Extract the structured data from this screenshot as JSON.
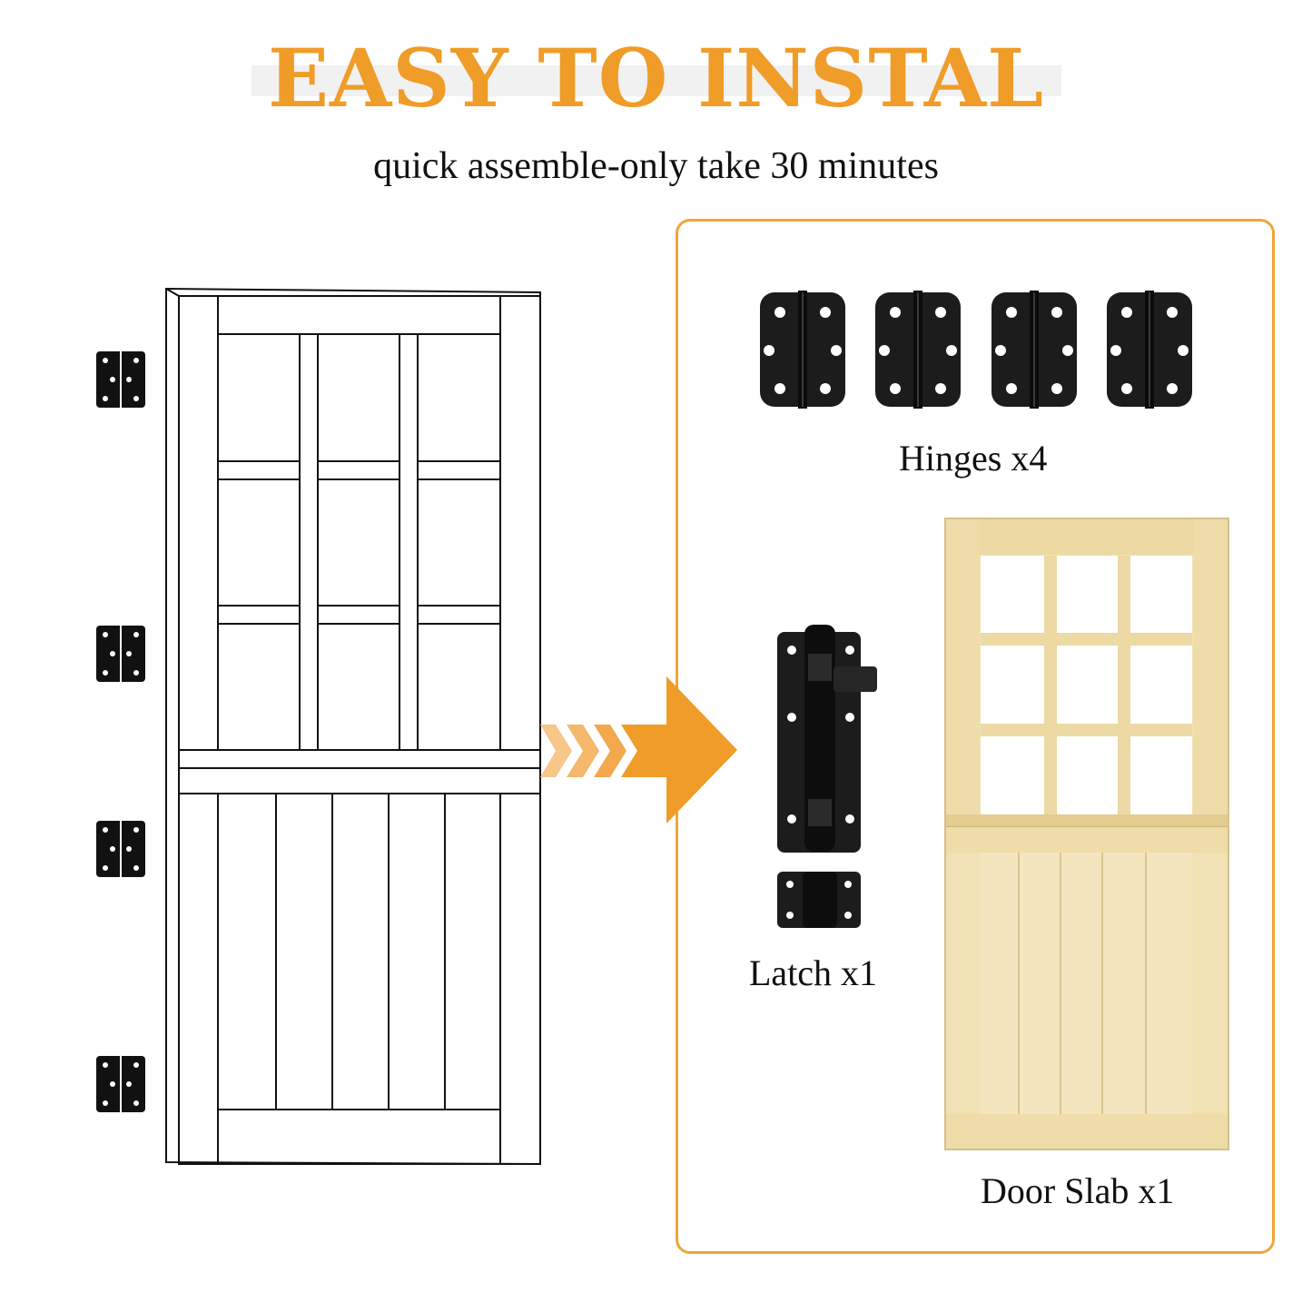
{
  "header": {
    "title": "EASY TO INSTAL",
    "subtitle": "quick assemble-only take 30 minutes"
  },
  "kit": {
    "hinges_label": "Hinges x4",
    "latch_label": "Latch x1",
    "door_label": "Door Slab x1"
  },
  "colors": {
    "accent": "#f09c28",
    "panel_border": "#f0a53a",
    "hardware": "#1c1c1c",
    "wood": "#f1e2b5"
  }
}
